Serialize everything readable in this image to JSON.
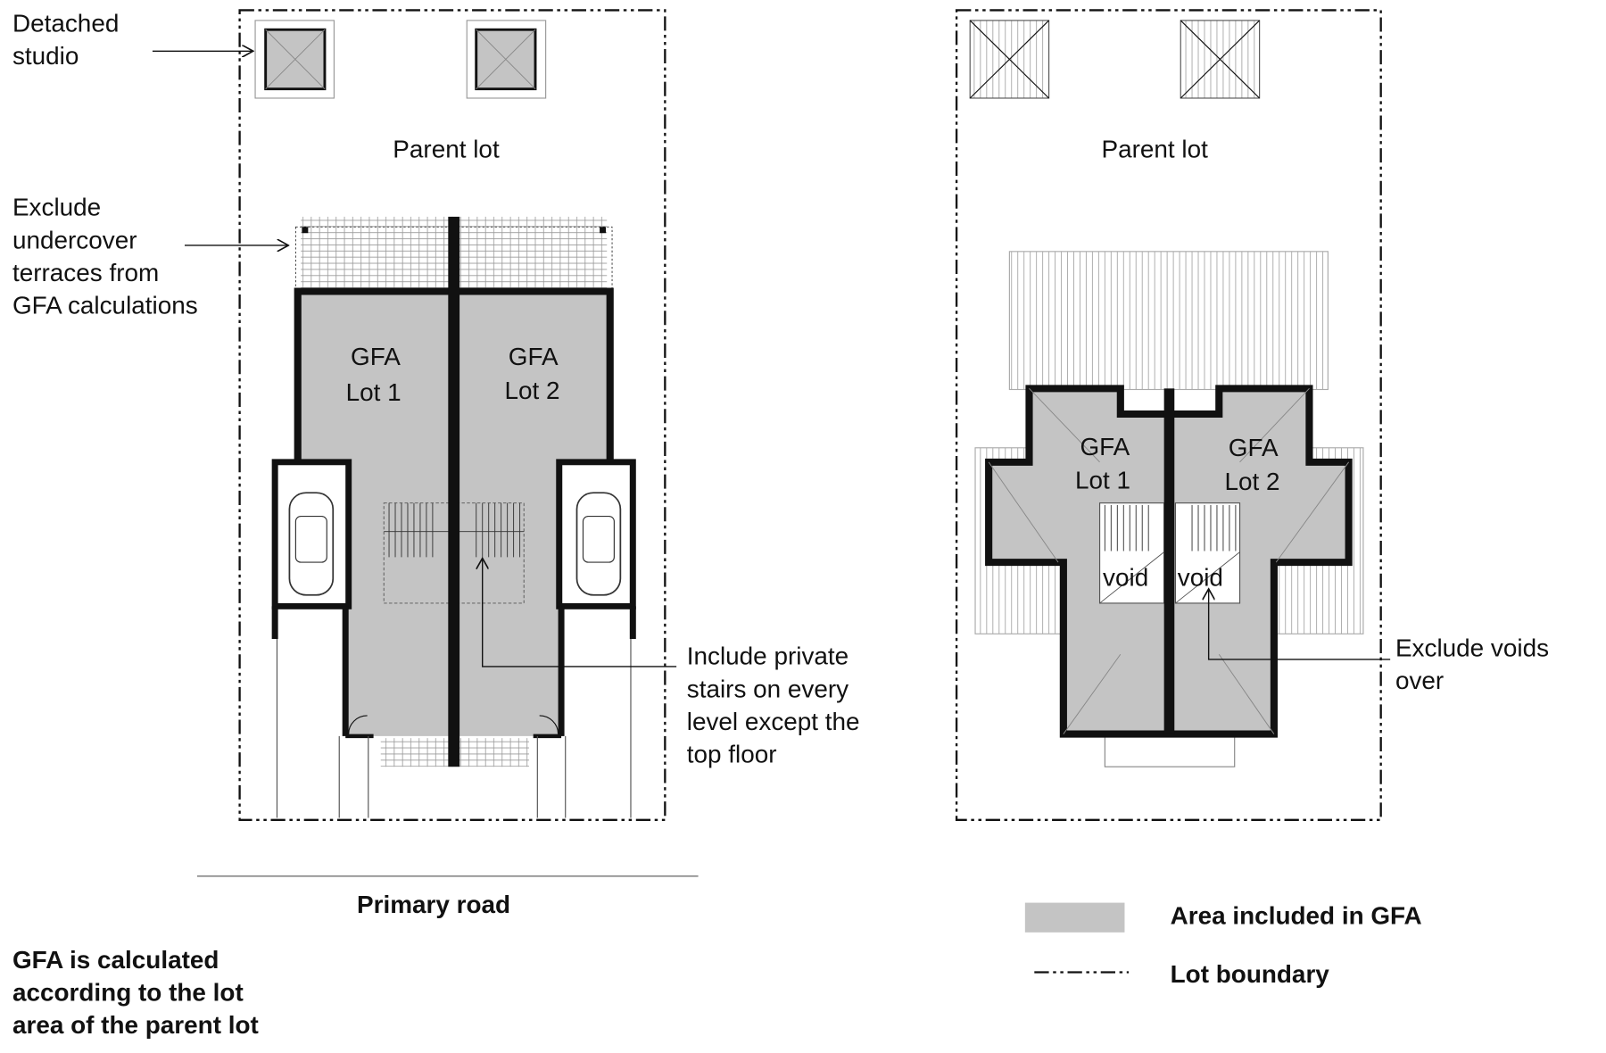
{
  "colors": {
    "gfa_fill": "#c4c4c4",
    "line": "#111111"
  },
  "left_plan": {
    "annotation_studio": [
      "Detached",
      "studio"
    ],
    "parent_lot": "Parent lot",
    "annotation_terrace": [
      "Exclude",
      "undercover",
      "terraces from",
      "GFA calculations"
    ],
    "lot1": [
      "GFA",
      "Lot 1"
    ],
    "lot2": [
      "GFA",
      "Lot 2"
    ],
    "annotation_stairs": [
      "Include private",
      "stairs on every",
      "level except the",
      "top floor"
    ],
    "road": "Primary road",
    "note": [
      "GFA is calculated",
      "according to the lot",
      "area of the parent lot"
    ]
  },
  "right_plan": {
    "parent_lot": "Parent lot",
    "lot1": [
      "GFA",
      "Lot 1"
    ],
    "lot2": [
      "GFA",
      "Lot 2"
    ],
    "void_label": "void",
    "annotation_voids": [
      "Exclude voids",
      "over"
    ]
  },
  "legend": {
    "items": [
      {
        "label": "Area included in GFA",
        "symbol": "gray-fill"
      },
      {
        "label": "Lot boundary",
        "symbol": "dash-dot-line"
      }
    ]
  }
}
